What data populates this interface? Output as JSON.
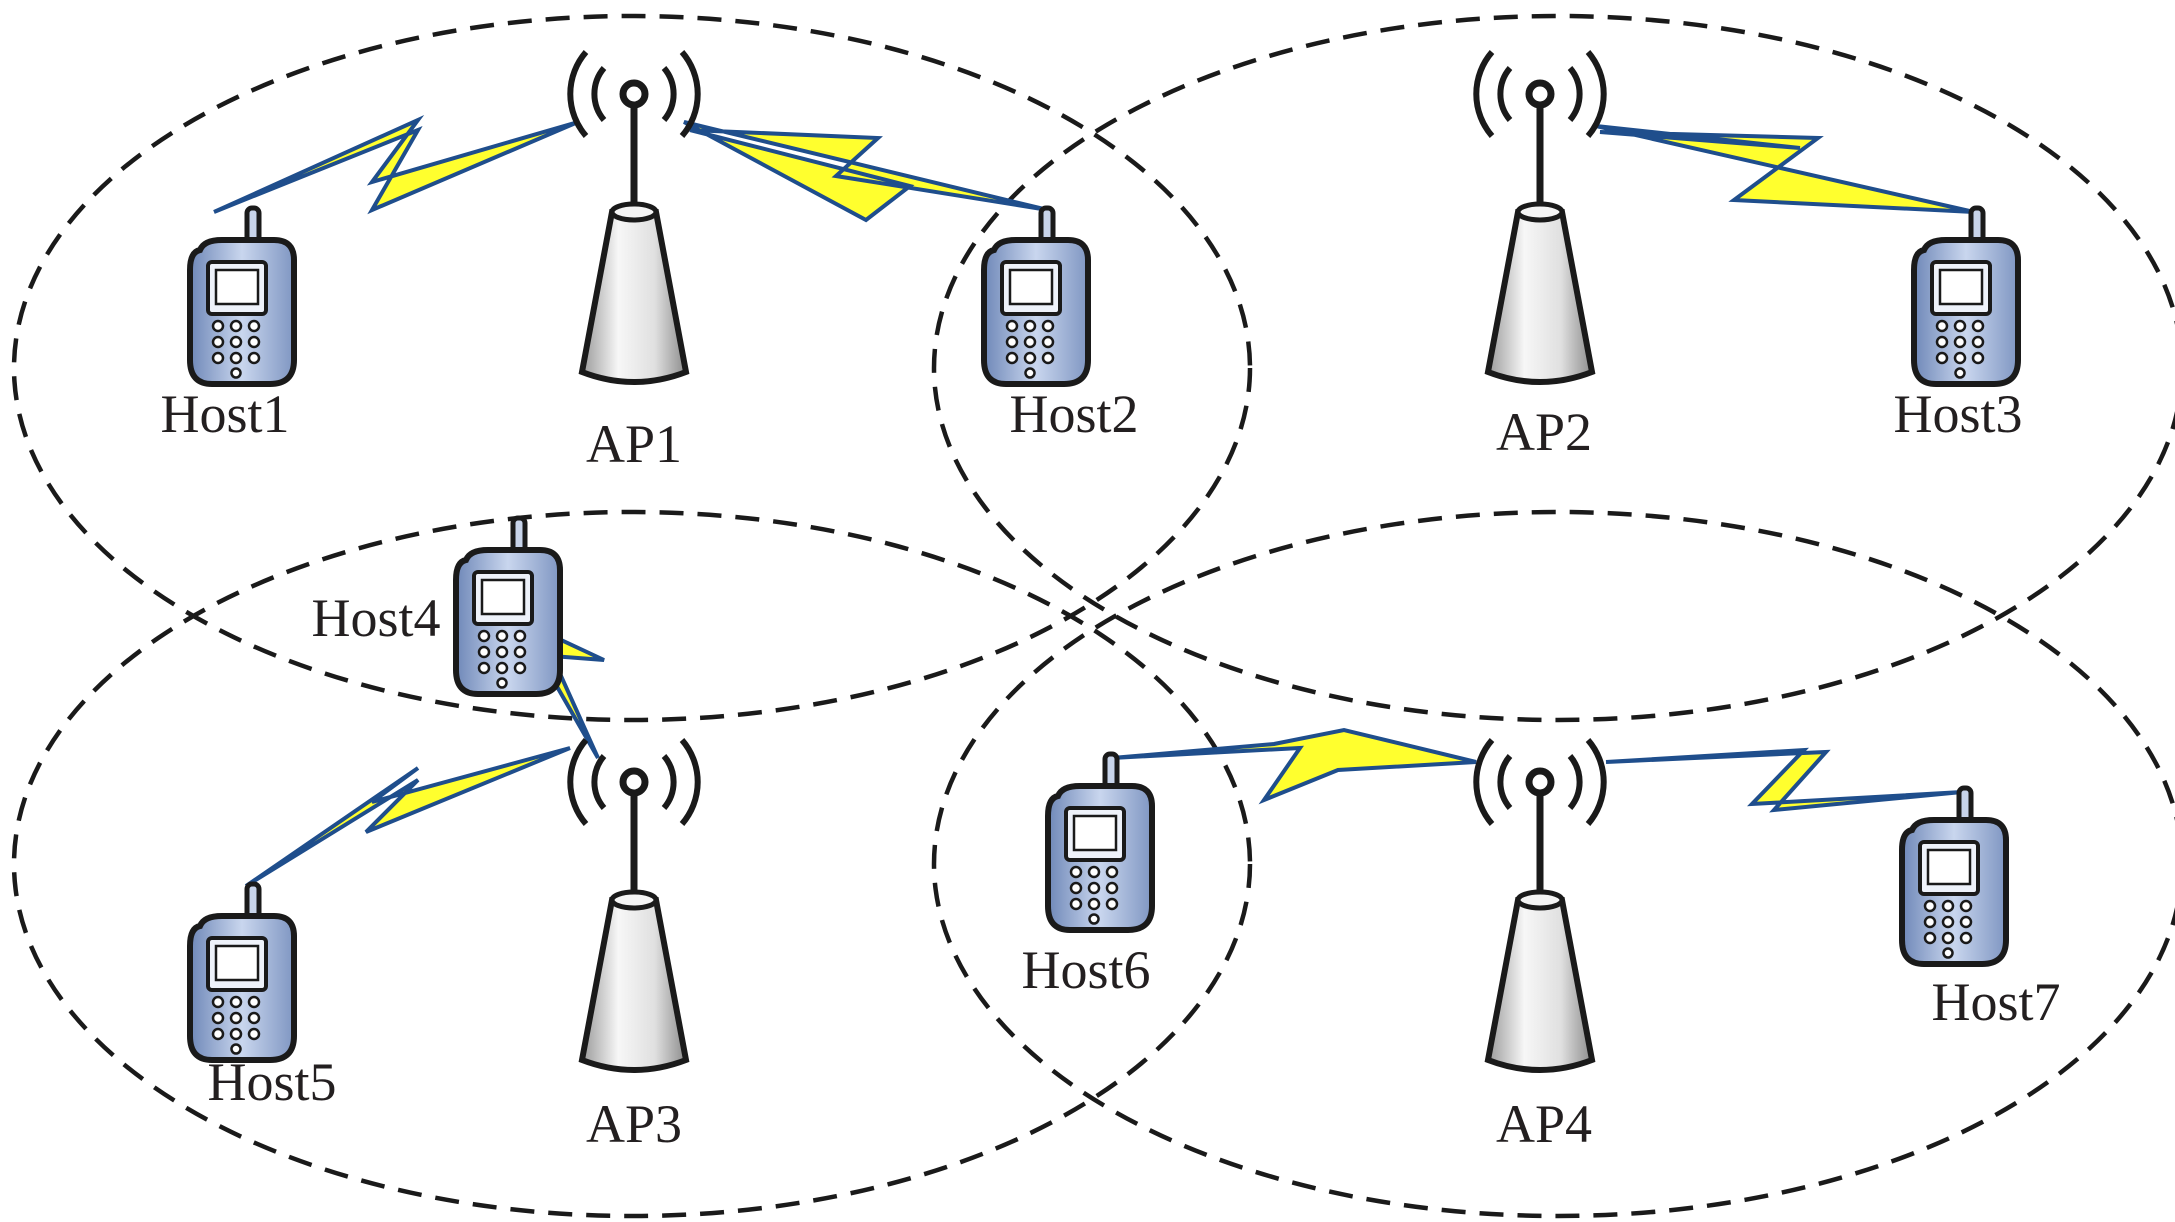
{
  "diagram": {
    "colors": {
      "background": "#ffffff",
      "boundary": "#1a1a1a",
      "link_fill": "#ffff2e",
      "link_stroke": "#1f4e8c",
      "ap_body": "#e6e6e6",
      "phone_body": "#b9c9e6",
      "phone_screen": "#e9eef7"
    },
    "access_points": [
      {
        "id": "ap1",
        "label": "AP1",
        "icon": "wireless-access-point-icon"
      },
      {
        "id": "ap2",
        "label": "AP2",
        "icon": "wireless-access-point-icon"
      },
      {
        "id": "ap3",
        "label": "AP3",
        "icon": "wireless-access-point-icon"
      },
      {
        "id": "ap4",
        "label": "AP4",
        "icon": "wireless-access-point-icon"
      }
    ],
    "hosts": [
      {
        "id": "host1",
        "label": "Host1",
        "icon": "mobile-phone-icon"
      },
      {
        "id": "host2",
        "label": "Host2",
        "icon": "mobile-phone-icon"
      },
      {
        "id": "host3",
        "label": "Host3",
        "icon": "mobile-phone-icon"
      },
      {
        "id": "host4",
        "label": "Host4",
        "icon": "mobile-phone-icon"
      },
      {
        "id": "host5",
        "label": "Host5",
        "icon": "mobile-phone-icon"
      },
      {
        "id": "host6",
        "label": "Host6",
        "icon": "mobile-phone-icon"
      },
      {
        "id": "host7",
        "label": "Host7",
        "icon": "mobile-phone-icon"
      }
    ],
    "coverage_areas": [
      {
        "ap": "ap1",
        "style": "dashed"
      },
      {
        "ap": "ap2",
        "style": "dashed"
      },
      {
        "ap": "ap3",
        "style": "dashed"
      },
      {
        "ap": "ap4",
        "style": "dashed"
      }
    ],
    "links": [
      {
        "from": "ap1",
        "to": "host1",
        "icon": "lightning-link-icon"
      },
      {
        "from": "ap1",
        "to": "host2",
        "icon": "lightning-link-icon"
      },
      {
        "from": "ap2",
        "to": "host3",
        "icon": "lightning-link-icon"
      },
      {
        "from": "ap3",
        "to": "host4",
        "icon": "lightning-link-icon"
      },
      {
        "from": "ap3",
        "to": "host5",
        "icon": "lightning-link-icon"
      },
      {
        "from": "ap4",
        "to": "host6",
        "icon": "lightning-link-icon"
      },
      {
        "from": "ap4",
        "to": "host7",
        "icon": "lightning-link-icon"
      }
    ]
  }
}
